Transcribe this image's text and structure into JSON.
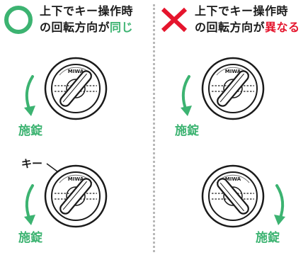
{
  "left_panel": {
    "icon": "circle-icon",
    "icon_color": "#3cb371",
    "line1": "上下でキー操作時",
    "line2_prefix": "の回転方向が",
    "line2_accent": "同じ",
    "accent_color": "#3cb371",
    "top_lock_label": "施錠",
    "bottom_lock_label": "施錠",
    "key_label": "キー"
  },
  "right_panel": {
    "icon": "cross-icon",
    "icon_color": "#e5152d",
    "line1": "上下でキー操作時",
    "line2_prefix": "の回転方向が",
    "line2_accent": "異なる",
    "accent_color": "#e5152d",
    "top_lock_label": "施錠",
    "bottom_lock_label": "施錠"
  },
  "cylinder_brand": "MIWA",
  "arrow_color": "#3cb371"
}
